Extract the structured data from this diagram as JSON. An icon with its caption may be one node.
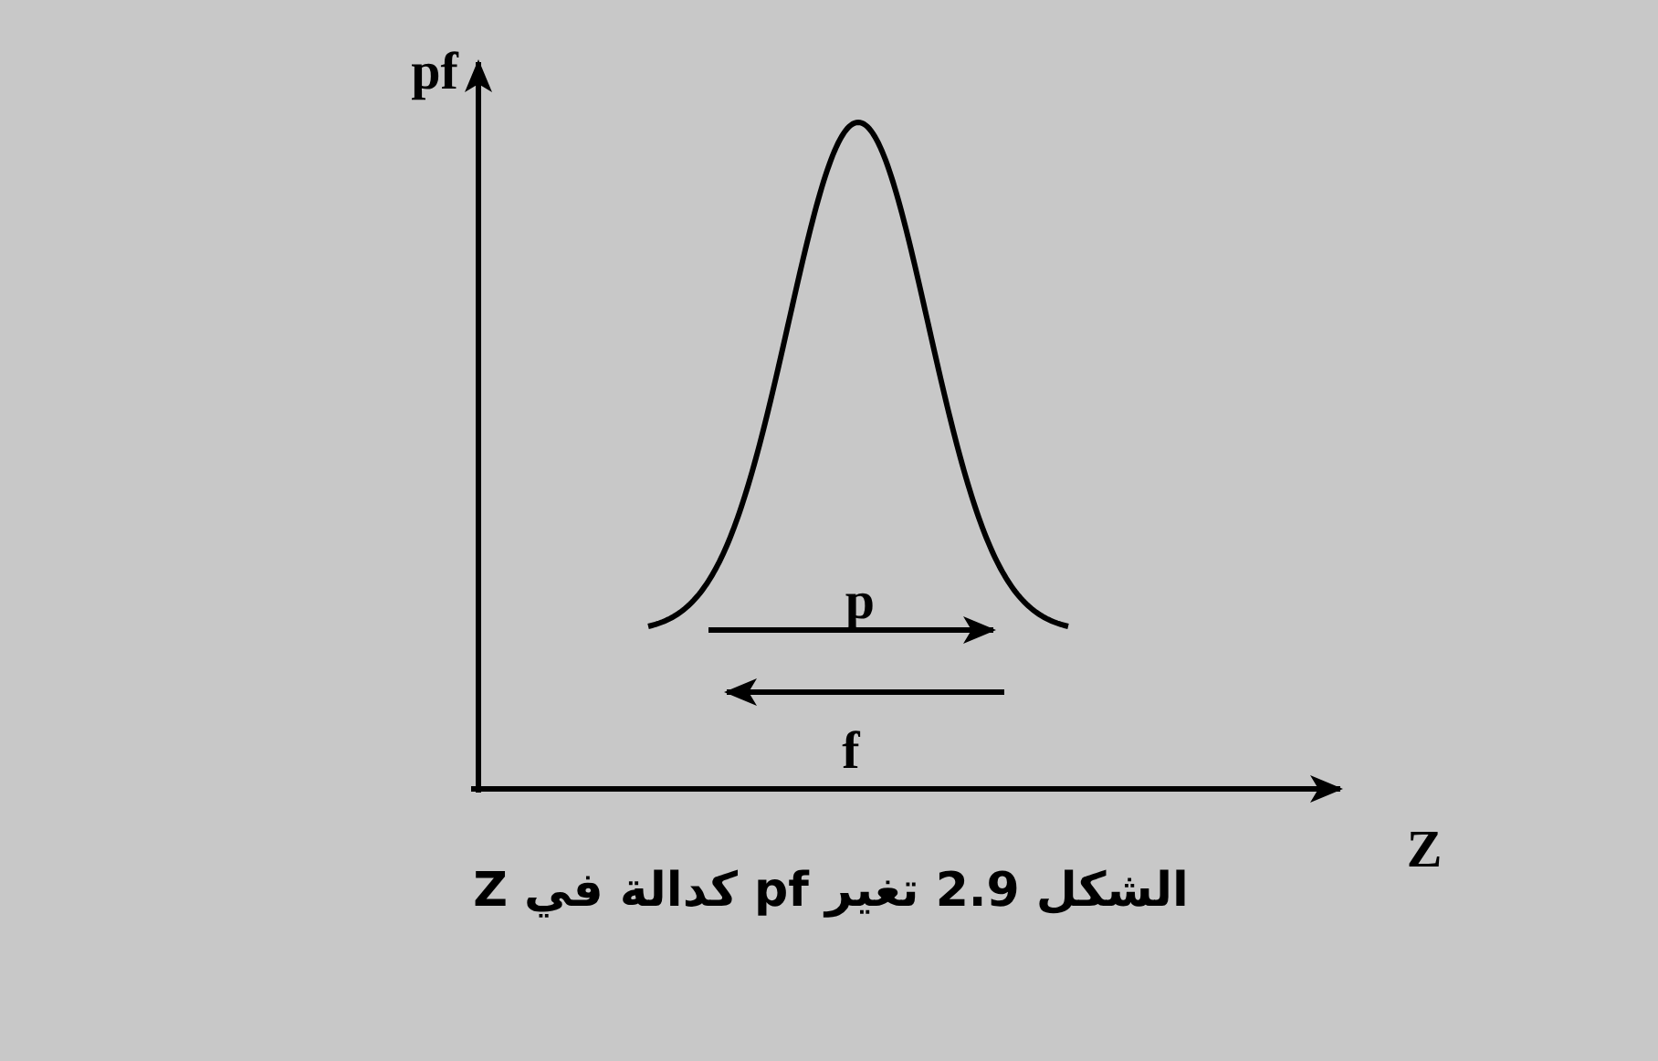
{
  "diagram": {
    "caption": "الشكل 2.9 تغير pf كدالة في Z",
    "labels": [
      "pf",
      "p",
      "f",
      "Z"
    ]
  }
}
